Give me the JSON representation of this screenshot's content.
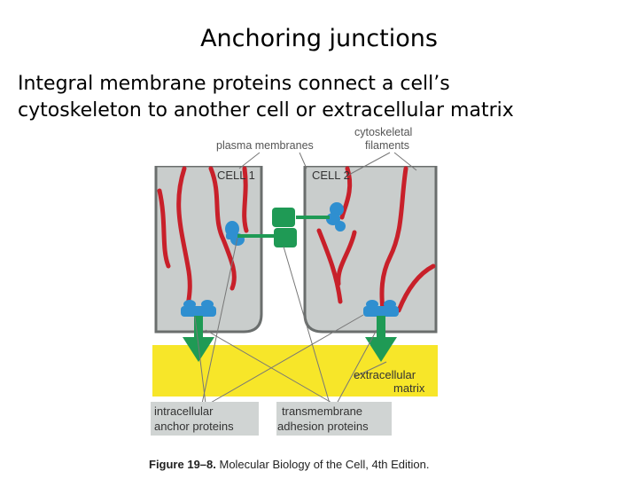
{
  "title": "Anchoring junctions",
  "body": {
    "line1": "Integral membrane proteins connect a cell’s",
    "line2": "cytoskeleton to another cell or extracellular matrix"
  },
  "diagram": {
    "label_plasma_membranes": "plasma membranes",
    "label_cytoskeletal_1": "cytoskeletal",
    "label_cytoskeletal_2": "filaments",
    "label_cell1": "CELL 1",
    "label_cell2": "CELL 2",
    "label_extracellular_1": "extracellular",
    "label_extracellular_2": "matrix",
    "label_intracellular_1": "intracellular",
    "label_intracellular_2": "anchor proteins",
    "label_transmembrane_1": "transmembrane",
    "label_transmembrane_2": "adhesion proteins",
    "caption_bold": "Figure 19–8.",
    "caption_rest": " Molecular Biology of the Cell, 4th Edition.",
    "colors": {
      "cell_bg": "#c9cdcc",
      "membrane": "#6a6e6d",
      "filament": "#c8202a",
      "anchor_protein": "#2f8fd0",
      "adhesion_protein": "#1f9a55",
      "matrix": "#f7e629",
      "label_box": "#d0d4d3"
    }
  }
}
